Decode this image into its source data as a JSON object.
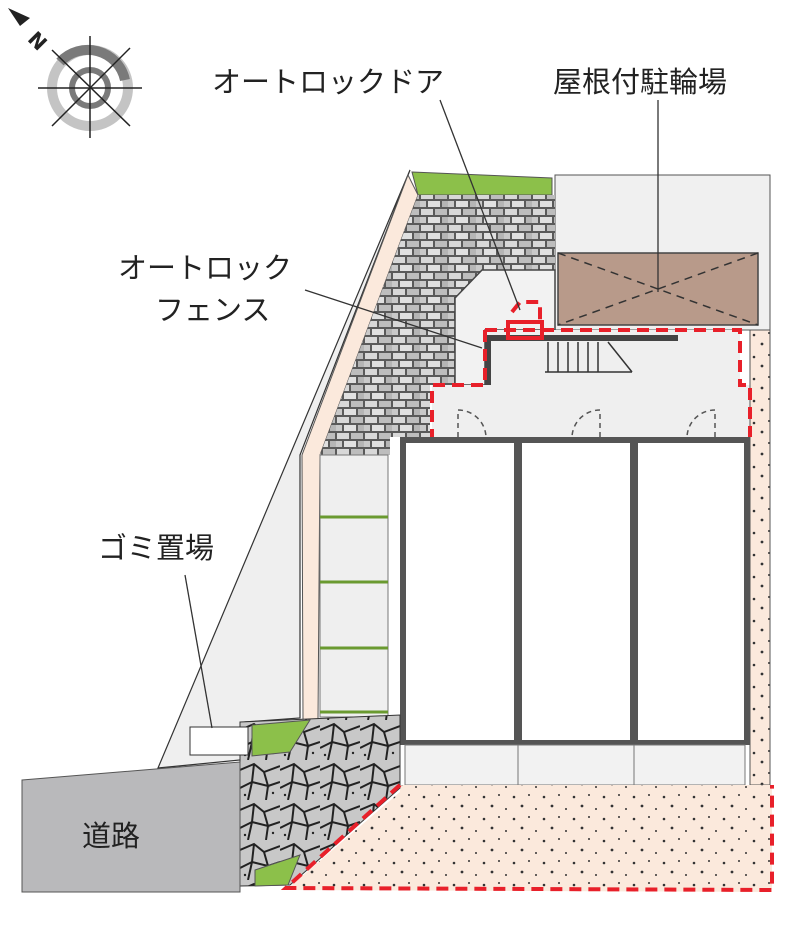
{
  "labels": {
    "auto_lock_door": "オートロックドア",
    "bike_parking": "屋根付駐輪場",
    "auto_lock_fence_line1": "オートロック",
    "auto_lock_fence_line2": "フェンス",
    "garbage": "ゴミ置場",
    "road": "道路"
  },
  "compass": {
    "north_label": "N",
    "icon": "compass-rose-icon"
  },
  "colors": {
    "boundary_dashed": "#e8202a",
    "green": "#8cc04a",
    "peach": "#fbe9dc",
    "bike_roof": "#b89a8a",
    "road": "#b9b9bb",
    "brick": "#9a9a9a"
  }
}
